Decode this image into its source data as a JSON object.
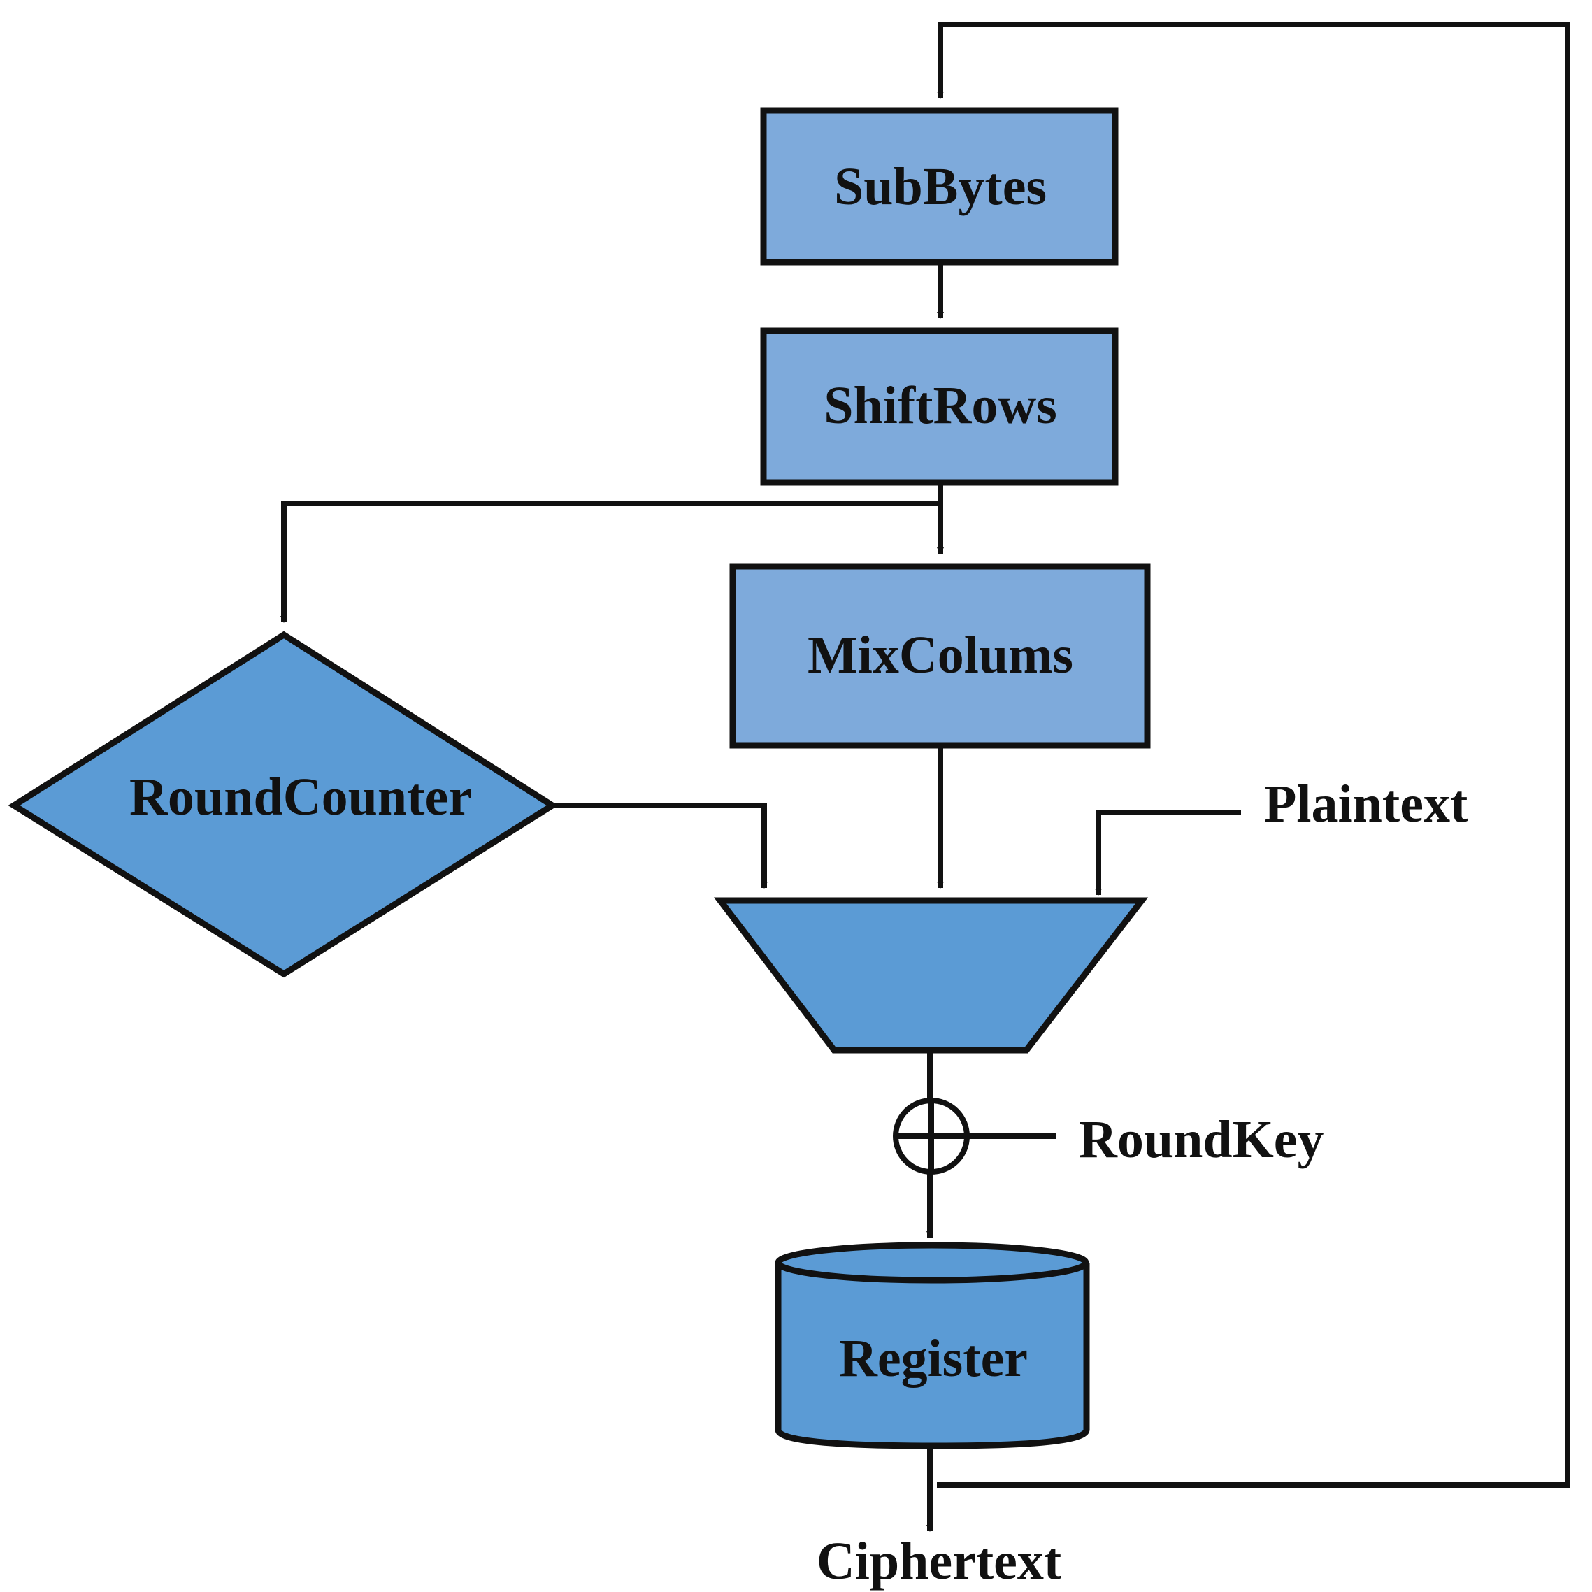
{
  "colors": {
    "box_light": "#7eaadb",
    "shape_fill": "#5b9bd5",
    "stroke": "#111111",
    "background": "#ffffff"
  },
  "nodes": {
    "subbytes": {
      "label": "SubBytes"
    },
    "shiftrows": {
      "label": "ShiftRows"
    },
    "mixcolums": {
      "label": "MixColums"
    },
    "roundcounter": {
      "label": "RoundCounter"
    },
    "multiplexer": {
      "label": ""
    },
    "register": {
      "label": "Register"
    }
  },
  "inputs": {
    "plaintext": "Plaintext",
    "roundkey": "RoundKey"
  },
  "outputs": {
    "ciphertext": "Ciphertext"
  },
  "edges": [
    {
      "from": "subbytes",
      "to": "shiftrows"
    },
    {
      "from": "shiftrows",
      "to": "mixcolums"
    },
    {
      "from": "shiftrows",
      "to": "roundcounter"
    },
    {
      "from": "roundcounter",
      "to": "multiplexer"
    },
    {
      "from": "mixcolums",
      "to": "multiplexer"
    },
    {
      "from": "plaintext",
      "to": "multiplexer"
    },
    {
      "from": "multiplexer",
      "to": "xor"
    },
    {
      "from": "roundkey",
      "to": "xor"
    },
    {
      "from": "xor",
      "to": "register"
    },
    {
      "from": "register",
      "to": "ciphertext"
    },
    {
      "from": "register",
      "to": "subbytes"
    }
  ]
}
